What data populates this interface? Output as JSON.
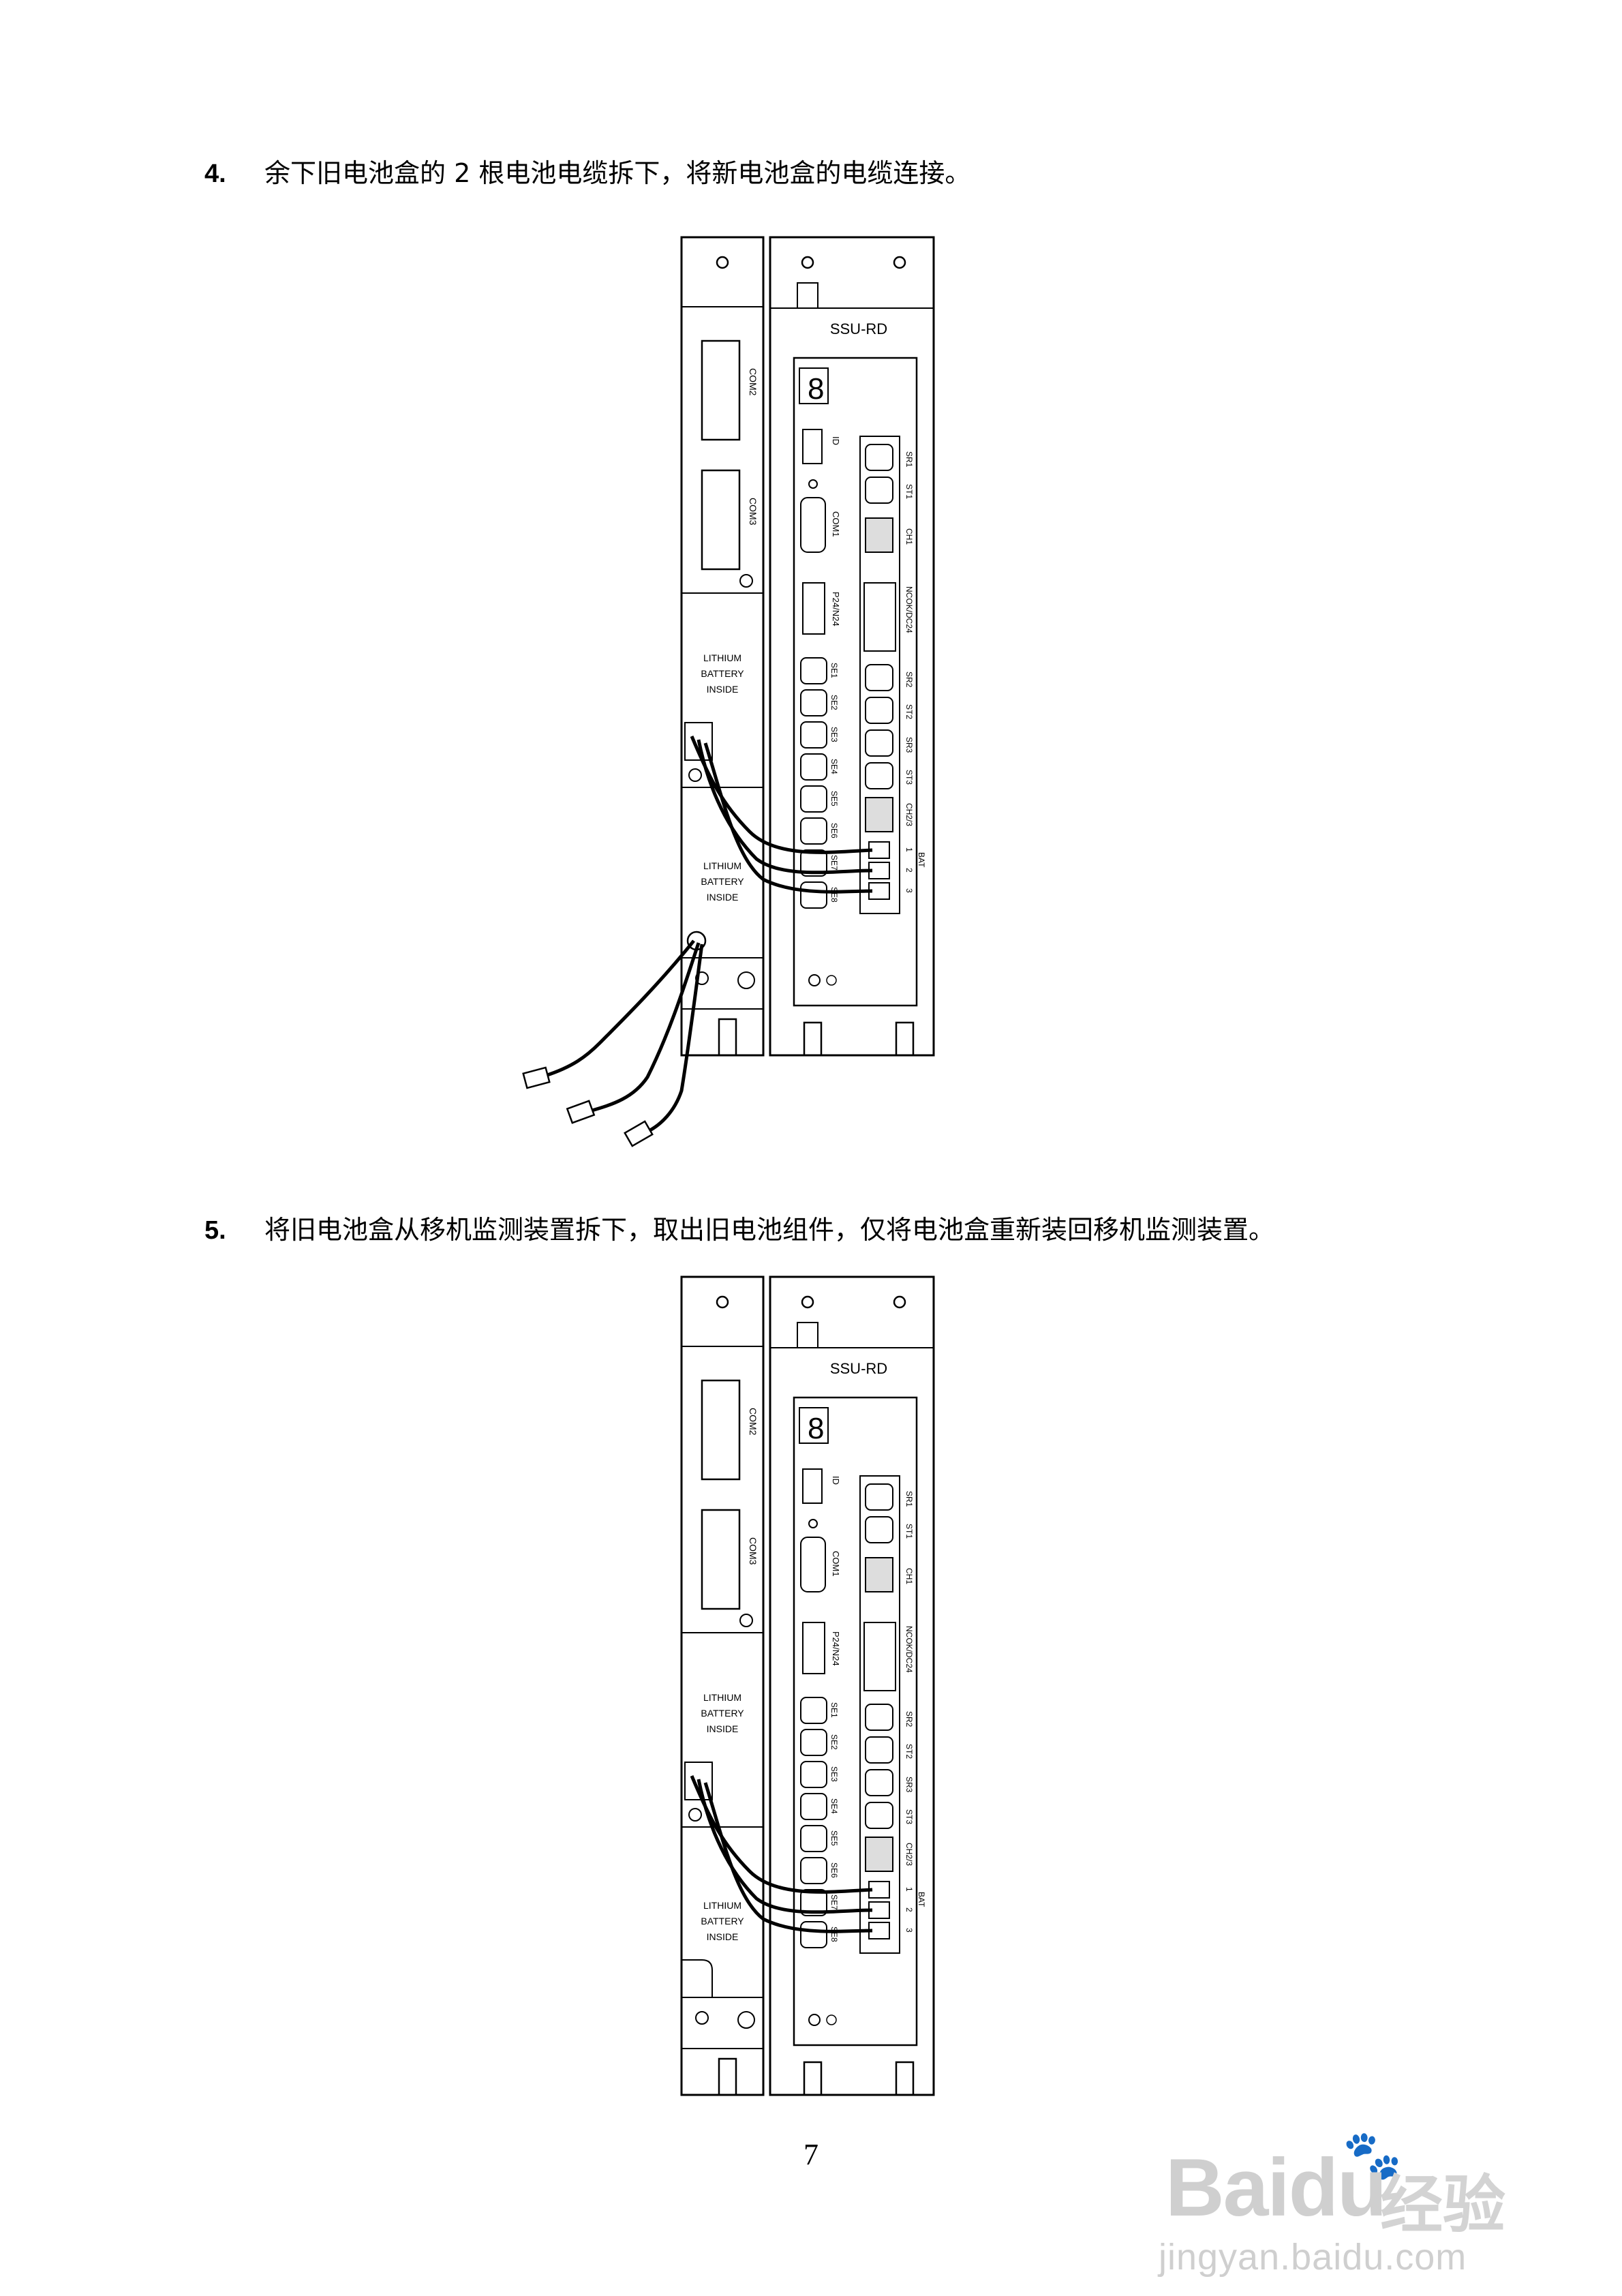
{
  "steps": [
    {
      "num": "4.",
      "text": "余下旧电池盒的 2 根电池电缆拆下，将新电池盒的电缆连接。"
    },
    {
      "num": "5.",
      "text": "将旧电池盒从移机监测装置拆下，取出旧电池组件，仅将电池盒重新装回移机监测装置。"
    }
  ],
  "figure": {
    "unit_label": "SSU-RD",
    "display_digit": "8",
    "left_ports": [
      "COM2",
      "COM3"
    ],
    "battery_label": [
      "LITHIUM",
      "BATTERY",
      "INSIDE"
    ],
    "connector_labels": [
      "ID",
      "COM1",
      "P24/N24",
      "SE1",
      "SE2",
      "SE3",
      "SE4",
      "SE5",
      "SE6",
      "SE7",
      "SE8"
    ],
    "right_labels": [
      "SR1",
      "ST1",
      "CH1",
      "NCOK/DC24",
      "SR2",
      "ST2",
      "SR3",
      "ST3",
      "CH2/3"
    ],
    "bat_label": "BAT",
    "bat_numbers": [
      "1",
      "2",
      "3"
    ]
  },
  "page_number": "7",
  "watermark": {
    "logo": "Bai",
    "logo2": "du",
    "logo_cn": "经验",
    "url": "jingyan.baidu.com"
  }
}
